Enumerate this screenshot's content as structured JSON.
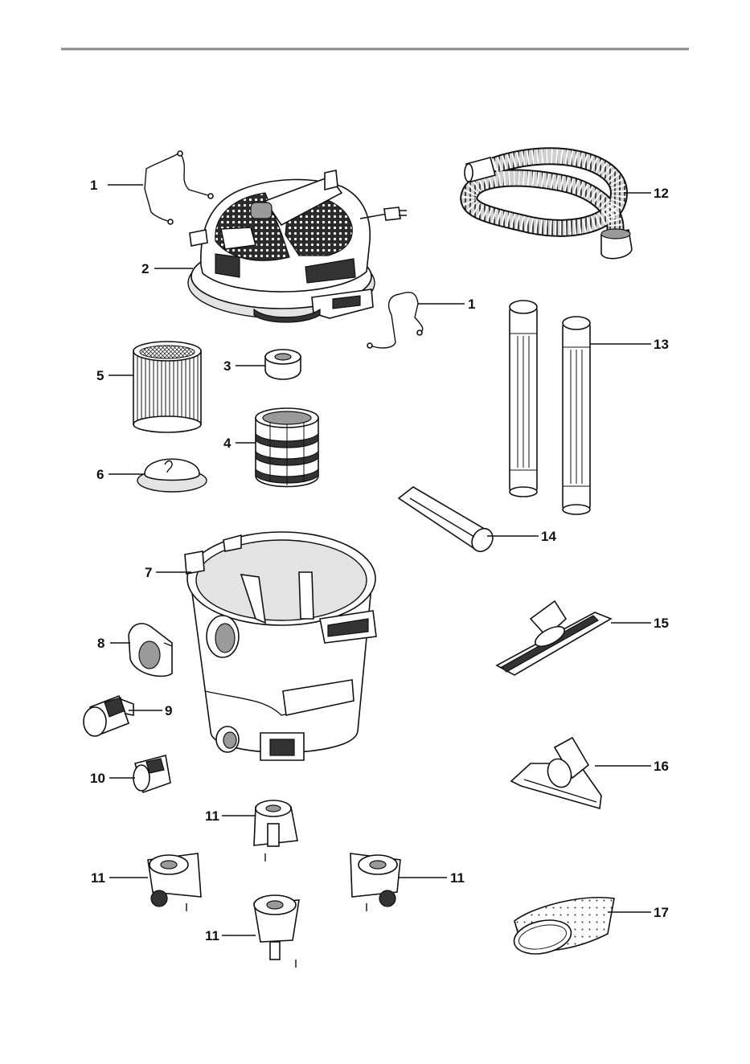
{
  "callouts": [
    {
      "id": "c1a",
      "text": "1"
    },
    {
      "id": "c2",
      "text": "2"
    },
    {
      "id": "c1b",
      "text": "1"
    },
    {
      "id": "c3",
      "text": "3"
    },
    {
      "id": "c4",
      "text": "4"
    },
    {
      "id": "c5",
      "text": "5"
    },
    {
      "id": "c6",
      "text": "6"
    },
    {
      "id": "c7",
      "text": "7"
    },
    {
      "id": "c8",
      "text": "8"
    },
    {
      "id": "c9",
      "text": "9"
    },
    {
      "id": "c10",
      "text": "10"
    },
    {
      "id": "c11a",
      "text": "11"
    },
    {
      "id": "c11b",
      "text": "11"
    },
    {
      "id": "c11c",
      "text": "11"
    },
    {
      "id": "c11d",
      "text": "11"
    },
    {
      "id": "c12",
      "text": "12"
    },
    {
      "id": "c13",
      "text": "13"
    },
    {
      "id": "c14",
      "text": "14"
    },
    {
      "id": "c15",
      "text": "15"
    },
    {
      "id": "c16",
      "text": "16"
    },
    {
      "id": "c17",
      "text": "17"
    }
  ]
}
